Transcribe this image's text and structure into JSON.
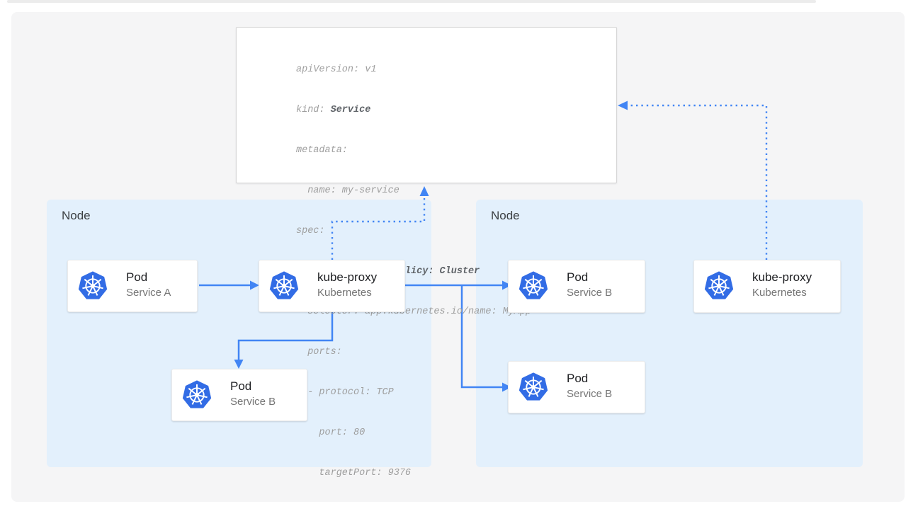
{
  "diagram": {
    "title_hint": "Kubernetes Service internal traffic routing",
    "colors": {
      "arrow_blue": "#4285f4",
      "node_background": "#e3f0fc",
      "kubernetes_blue": "#326ce5",
      "panel_background": "#f5f5f6"
    },
    "icons": {
      "kubernetes": "kubernetes-helm-wheel-icon"
    },
    "yaml_card": {
      "lines": [
        {
          "pre": "apiVersion: v1",
          "bold": ""
        },
        {
          "pre": "kind: ",
          "bold": "Service"
        },
        {
          "pre": "metadata:",
          "bold": ""
        },
        {
          "pre": "  name: my-service",
          "bold": ""
        },
        {
          "pre": "spec:",
          "bold": ""
        },
        {
          "pre": "  ",
          "bold": "internalTrafficPolicy: Cluster"
        },
        {
          "pre": "  selector: app.kubernetes.io/name: MyApp",
          "bold": ""
        },
        {
          "pre": "  ports:",
          "bold": ""
        },
        {
          "pre": "  - protocol: TCP",
          "bold": ""
        },
        {
          "pre": "    port: 80",
          "bold": ""
        },
        {
          "pre": "    targetPort: 9376",
          "bold": ""
        }
      ]
    },
    "nodes": [
      {
        "label": "Node",
        "cards": [
          {
            "title": "Pod",
            "subtitle": "Service A"
          },
          {
            "title": "kube-proxy",
            "subtitle": "Kubernetes"
          },
          {
            "title": "Pod",
            "subtitle": "Service B"
          }
        ]
      },
      {
        "label": "Node",
        "cards": [
          {
            "title": "Pod",
            "subtitle": "Service B"
          },
          {
            "title": "kube-proxy",
            "subtitle": "Kubernetes"
          },
          {
            "title": "Pod",
            "subtitle": "Service B"
          }
        ]
      }
    ]
  }
}
